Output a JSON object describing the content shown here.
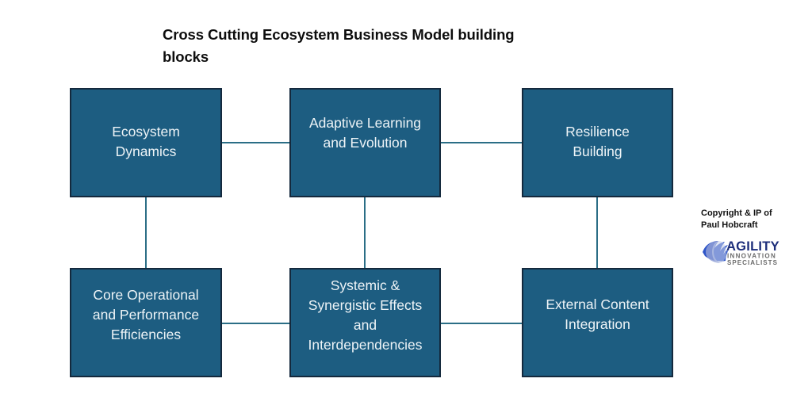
{
  "page": {
    "title": "Cross Cutting Ecosystem Business Model building blocks",
    "background_color": "#ffffff"
  },
  "diagram": {
    "type": "block-grid",
    "rows": 2,
    "columns": 3,
    "box_fill_color": "#1d5d81",
    "box_border_color": "#14293d",
    "box_text_color": "#eef4f7",
    "connector_color": "#2b6e86",
    "boxes": [
      {
        "id": "ecosystem-dynamics",
        "label": "Ecosystem\nDynamics",
        "row": 1,
        "column": 1
      },
      {
        "id": "adaptive-learning-and-evolution",
        "label": "Adaptive Learning\nand Evolution",
        "row": 1,
        "column": 2
      },
      {
        "id": "resilience-building",
        "label": "Resilience\nBuilding",
        "row": 1,
        "column": 3
      },
      {
        "id": "core-operational-and-performance-efficiencies",
        "label": "Core Operational\nand Performance\nEfficiencies",
        "row": 2,
        "column": 1
      },
      {
        "id": "systemic-and-synergistic-effects-and-interdependencies",
        "label": "Systemic &\nSynergistic Effects\nand\nInterdependencies",
        "row": 2,
        "column": 2
      },
      {
        "id": "external-content-integration",
        "label": "External Content\nIntegration",
        "row": 2,
        "column": 3
      }
    ],
    "connectors": [
      {
        "id": "ecosystem-dynamics-to-adaptive-learning",
        "orientation": "horizontal"
      },
      {
        "id": "adaptive-learning-to-resilience-building",
        "orientation": "horizontal"
      },
      {
        "id": "core-operational-to-systemic-synergistic",
        "orientation": "horizontal"
      },
      {
        "id": "systemic-synergistic-to-external-content",
        "orientation": "horizontal"
      },
      {
        "id": "ecosystem-dynamics-to-core-operational",
        "orientation": "vertical"
      },
      {
        "id": "adaptive-learning-to-systemic-synergistic",
        "orientation": "vertical"
      },
      {
        "id": "resilience-building-to-external-content",
        "orientation": "vertical"
      }
    ]
  },
  "credit": {
    "text": "Copyright & IP of\nPaul Hobcraft",
    "logo": {
      "name": "agility-innovation-specialists-logo",
      "primary_word": "AGILITY",
      "secondary_line_1": "INNOVATION",
      "secondary_line_2": "SPECIALISTS",
      "primary_color": "#1c2d7a",
      "flame_color": "#2f56c8",
      "secondary_color": "#6b6b6b"
    }
  }
}
